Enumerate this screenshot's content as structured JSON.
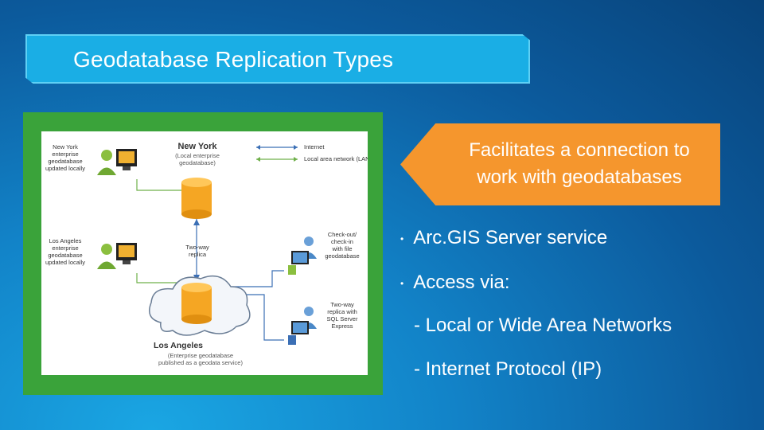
{
  "title": "Geodatabase Replication Types",
  "callout": {
    "line1": "Facilitates a connection to",
    "line2": "work with geodatabases"
  },
  "bullets": [
    "Arc.GIS Server service",
    "Access via:"
  ],
  "sub_bullets": [
    "Local or Wide Area Networks",
    "Internet Protocol (IP)"
  ],
  "diagram": {
    "ny_user_label": [
      "New York",
      "enterprise",
      "geodatabase",
      "updated locally"
    ],
    "la_user_label": [
      "Los Angeles",
      "enterprise",
      "geodatabase",
      "updated locally"
    ],
    "ny_title": "New York",
    "ny_sub": [
      "(Local enterprise",
      "geodatabase)"
    ],
    "legend_internet": "Internet",
    "legend_lan": "Local area network (LAN)",
    "two_way": [
      "Two-way",
      "replica"
    ],
    "checkout": [
      "Check-out/",
      "check-in",
      "with file",
      "geodatabase"
    ],
    "two_way_sql": [
      "Two-way",
      "replica with",
      "SQL Server",
      "Express"
    ],
    "la_title": "Los Angeles",
    "la_sub": [
      "(Enterprise geodatabase",
      "published as a geodata service)"
    ]
  },
  "colors": {
    "title_bg": "#1aaee5",
    "frame_green": "#3aa33a",
    "callout_orange": "#f5962d",
    "db_orange": "#f5a623"
  }
}
